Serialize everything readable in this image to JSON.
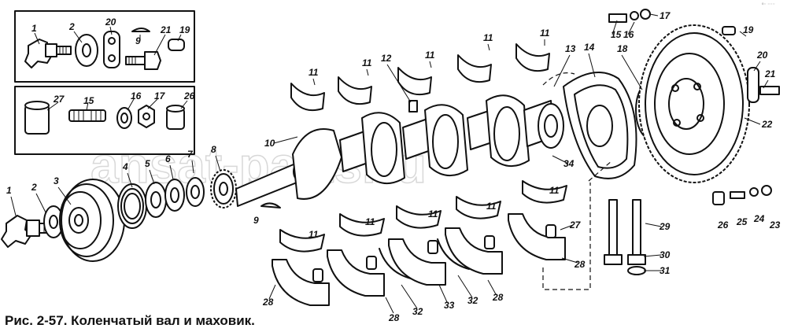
{
  "caption": "Рис. 2-57. Коленчатый вал и маховик.",
  "watermark": "ansat-parts.ru",
  "corner_mark": "⁰⁻ ⁻⁻⁻",
  "callouts": [
    "1",
    "2",
    "3",
    "4",
    "5",
    "6",
    "7",
    "8",
    "9",
    "10",
    "11",
    "12",
    "13",
    "14",
    "15",
    "16",
    "17",
    "18",
    "19",
    "20",
    "21",
    "22",
    "23",
    "24",
    "25",
    "26",
    "27",
    "28",
    "29",
    "30",
    "31",
    "32",
    "33",
    "34"
  ],
  "inset_boxes": [
    {
      "name": "inset-top",
      "labels": [
        "1",
        "2",
        "20",
        "9",
        "21",
        "19"
      ]
    },
    {
      "name": "inset-bottom",
      "labels": [
        "27",
        "15",
        "16",
        "17",
        "26"
      ]
    }
  ]
}
